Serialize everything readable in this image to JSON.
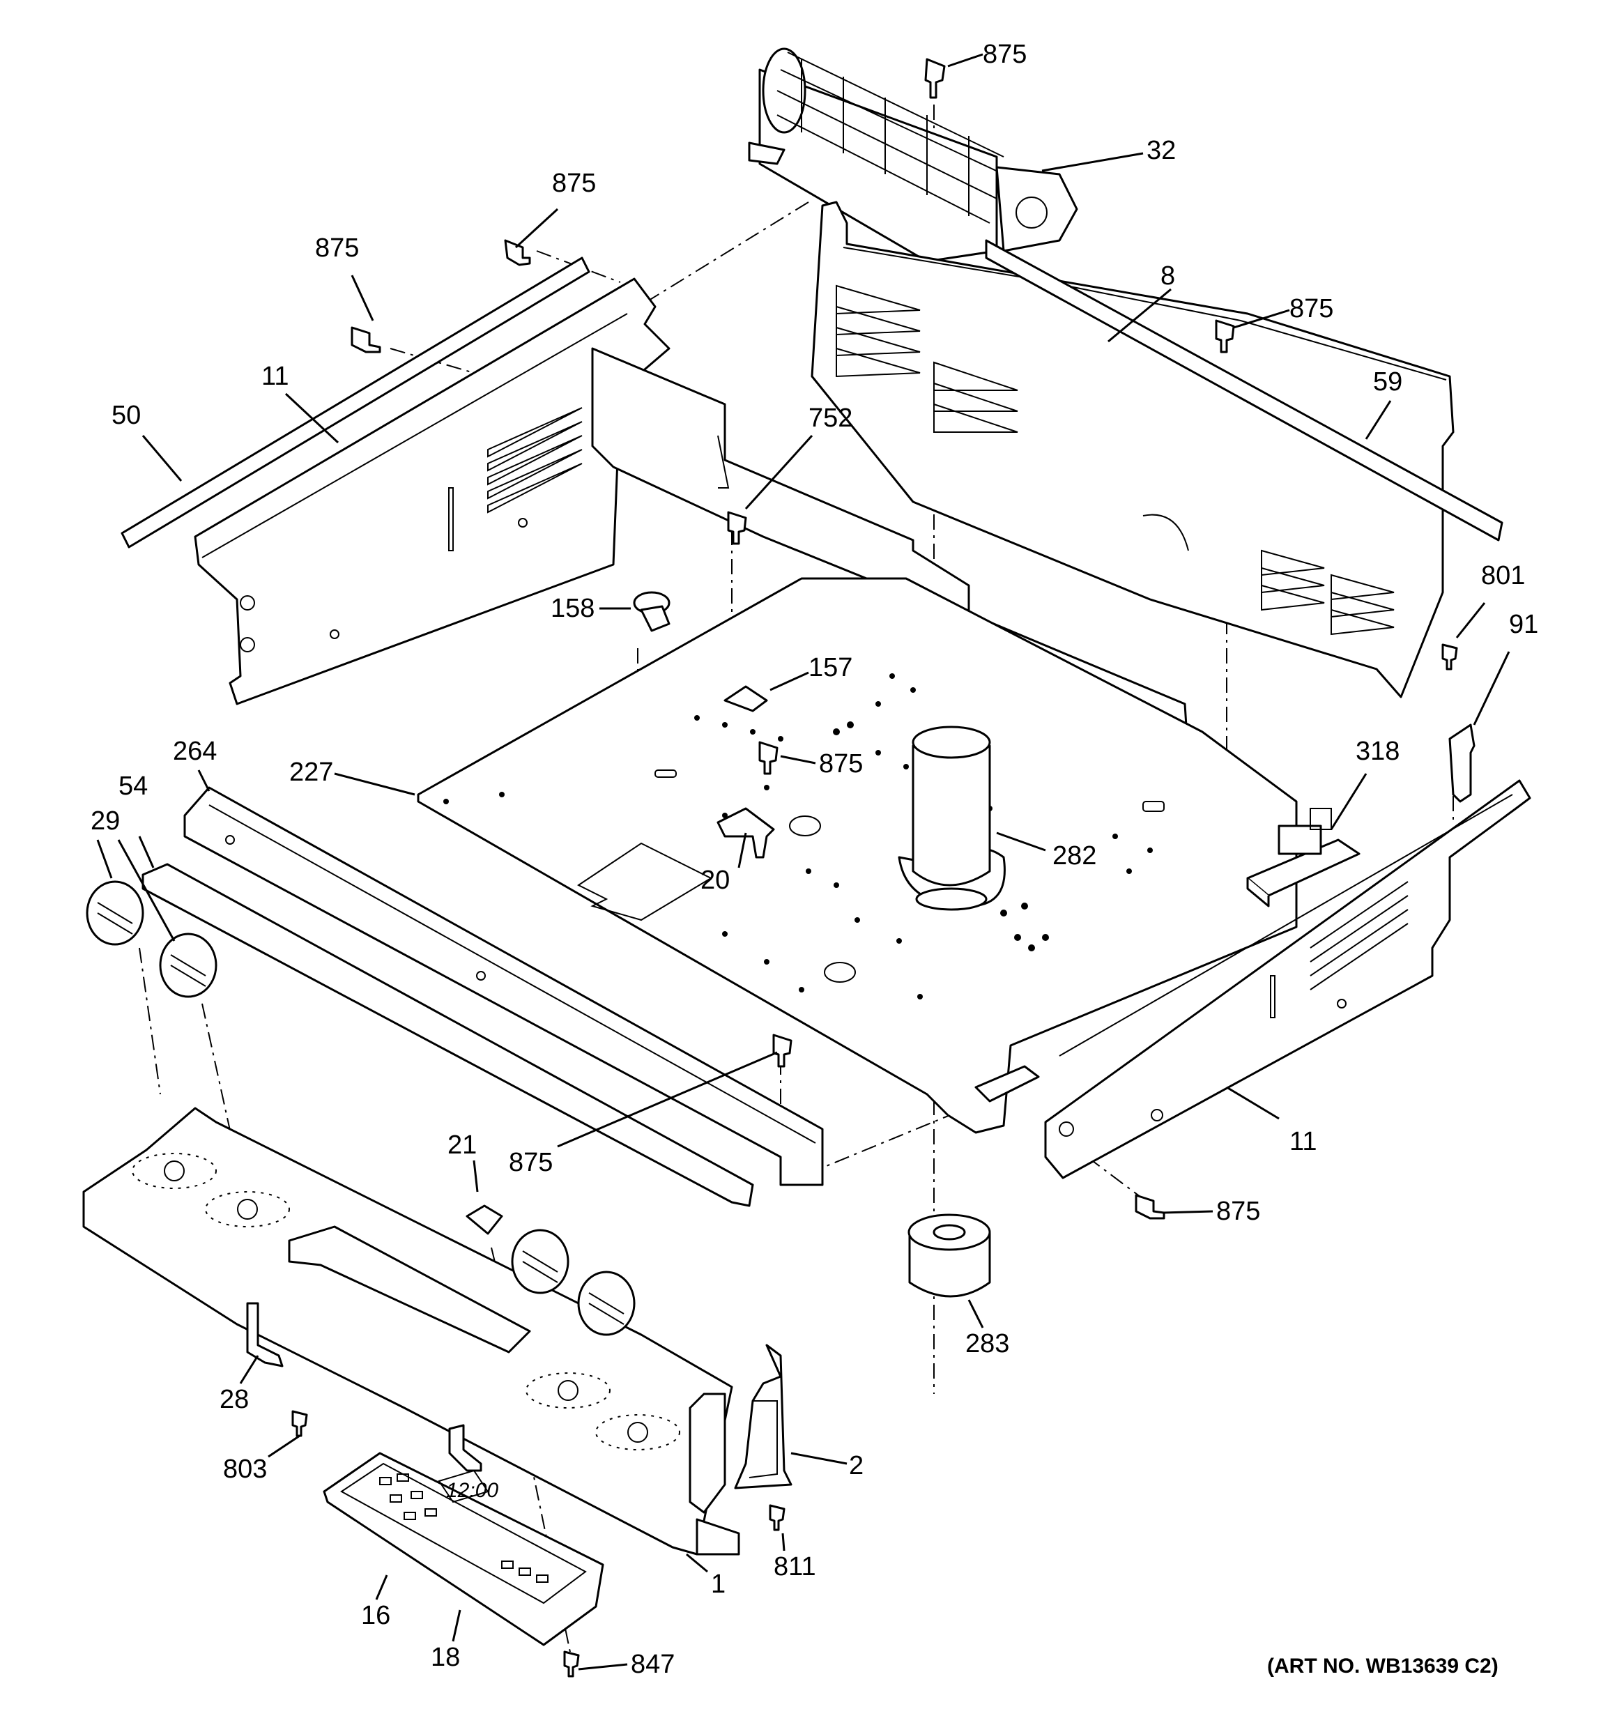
{
  "art_number": "(ART NO. WB13639 C2)",
  "callouts": [
    {
      "id": "c875a",
      "label": "875"
    },
    {
      "id": "c32",
      "label": "32"
    },
    {
      "id": "c875b",
      "label": "875"
    },
    {
      "id": "c875c",
      "label": "875"
    },
    {
      "id": "c8",
      "label": "8"
    },
    {
      "id": "c875d",
      "label": "875"
    },
    {
      "id": "c59",
      "label": "59"
    },
    {
      "id": "c11a",
      "label": "11"
    },
    {
      "id": "c50",
      "label": "50"
    },
    {
      "id": "c752",
      "label": "752"
    },
    {
      "id": "c158",
      "label": "158"
    },
    {
      "id": "c157",
      "label": "157"
    },
    {
      "id": "c801",
      "label": "801"
    },
    {
      "id": "c91",
      "label": "91"
    },
    {
      "id": "c264",
      "label": "264"
    },
    {
      "id": "c227",
      "label": "227"
    },
    {
      "id": "c875e",
      "label": "875"
    },
    {
      "id": "c318",
      "label": "318"
    },
    {
      "id": "c54",
      "label": "54"
    },
    {
      "id": "c29",
      "label": "29"
    },
    {
      "id": "c20",
      "label": "20"
    },
    {
      "id": "c282",
      "label": "282"
    },
    {
      "id": "c875f",
      "label": "875"
    },
    {
      "id": "c11b",
      "label": "11"
    },
    {
      "id": "c21",
      "label": "21"
    },
    {
      "id": "c875g",
      "label": "875"
    },
    {
      "id": "c283",
      "label": "283"
    },
    {
      "id": "c28",
      "label": "28"
    },
    {
      "id": "c803",
      "label": "803"
    },
    {
      "id": "c2",
      "label": "2"
    },
    {
      "id": "c811",
      "label": "811"
    },
    {
      "id": "c1",
      "label": "1"
    },
    {
      "id": "c16",
      "label": "16"
    },
    {
      "id": "c18",
      "label": "18"
    },
    {
      "id": "c847",
      "label": "847"
    }
  ],
  "clock_display": "12:00"
}
